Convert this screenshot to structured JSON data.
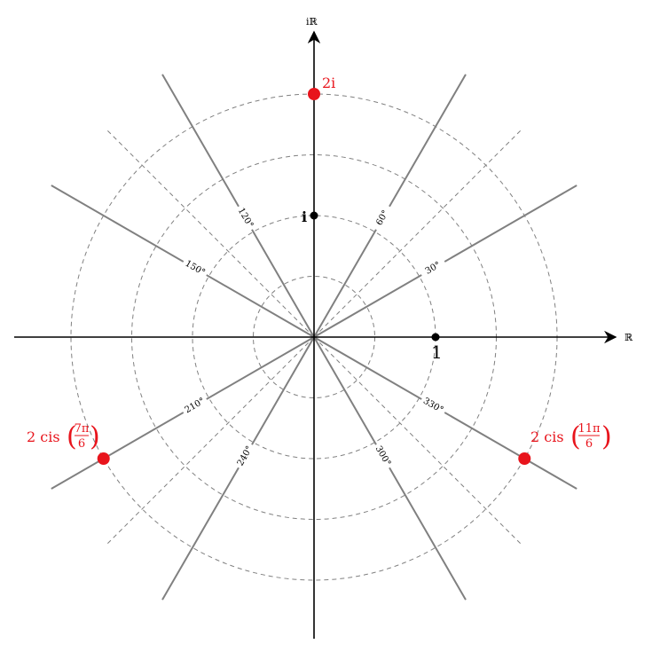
{
  "axes": {
    "real_label": "ℝ",
    "imag_label": "iℝ"
  },
  "colors": {
    "axis": "#000000",
    "ray": "#808080",
    "dashed": "#808080",
    "highlight": "#e8141c"
  },
  "rays": {
    "solid_angles_deg": [
      30,
      60,
      120,
      150,
      210,
      240,
      300,
      330
    ],
    "dashed_angles_deg": [
      45,
      135,
      225,
      315
    ]
  },
  "circles": {
    "radii_units": [
      0.5,
      1,
      1.5,
      2
    ]
  },
  "angle_labels": [
    {
      "angle_deg": 30,
      "text": "30°"
    },
    {
      "angle_deg": 60,
      "text": "60°"
    },
    {
      "angle_deg": 120,
      "text": "120°"
    },
    {
      "angle_deg": 150,
      "text": "150°"
    },
    {
      "angle_deg": 210,
      "text": "210°"
    },
    {
      "angle_deg": 240,
      "text": "240°"
    },
    {
      "angle_deg": 300,
      "text": "300°"
    },
    {
      "angle_deg": 330,
      "text": "330°"
    }
  ],
  "points": [
    {
      "name": "point-1",
      "re": 1,
      "im": 0,
      "label": "1",
      "color": "#000000"
    },
    {
      "name": "point-i",
      "re": 0,
      "im": 1,
      "label": "i",
      "color": "#000000"
    },
    {
      "name": "point-2i",
      "re": 0,
      "im": 2,
      "label": "2i",
      "color": "#e8141c"
    },
    {
      "name": "point-2cis-7pi-6",
      "re": -1.732,
      "im": -1,
      "label_prefix": "2 cis",
      "frac_num": "7π",
      "frac_den": "6",
      "color": "#e8141c"
    },
    {
      "name": "point-2cis-11pi-6",
      "re": 1.732,
      "im": -1,
      "label_prefix": "2 cis",
      "frac_num": "11π",
      "frac_den": "6",
      "color": "#e8141c"
    }
  ]
}
